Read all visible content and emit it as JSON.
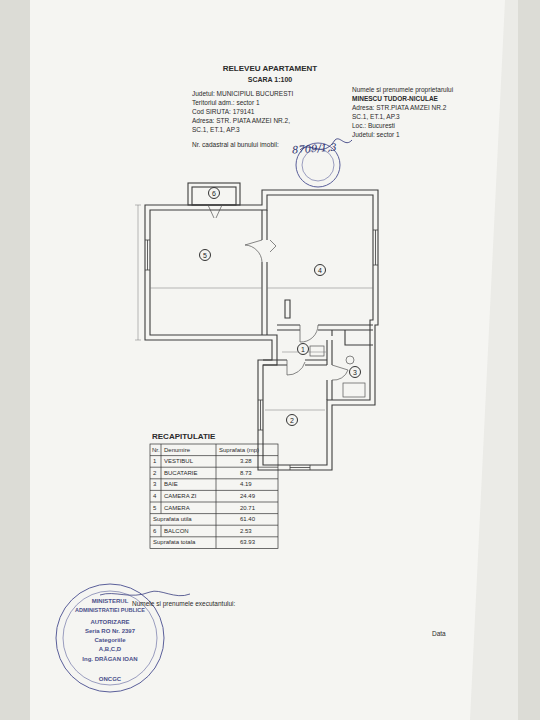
{
  "diagram": {
    "title": "RELEVEU APARTAMENT",
    "nodes": [
      {
        "text": [
          "6"
        ]
      },
      {
        "text": [
          "5"
        ]
      },
      {
        "text": [
          "4"
        ]
      },
      {
        "text": [
          "1"
        ]
      },
      {
        "text": [
          "3"
        ]
      },
      {
        "text": [
          "2"
        ]
      }
    ],
    "labels": [
      "SCARA 1:100",
      "Judetul: MUNICIPIUL BUCURESTI",
      "Teritoriul adm.: sector 1",
      "Cod SIRUTA: 179141",
      "Adresa: STR. PIATA AMZEI NR.2,",
      "SC.1, ET.1, AP.3",
      "Numele si prenumele proprietarului",
      "MINESCU TUDOR-NICULAE",
      "Adresa: STR.PIATA AMZEI NR.2",
      "SC.1, ET.1, AP.3",
      "Loc.: Bucuresti",
      "Judetul: sector 1",
      "Nr. cadastral al bunului imobil:",
      "8709/1,3",
      "RECAPITULATIE",
      "Nr.",
      "Denumire",
      "Suprafata (mp)",
      "1",
      "VESTIBUL",
      "3.28",
      "2",
      "BUCATARIE",
      "8.73",
      "3",
      "BAIE",
      "4.19",
      "4",
      "CAMERA ZI",
      "24.49",
      "5",
      "CAMERA",
      "20.71",
      "Suprafata utila",
      "61.40",
      "6",
      "BALCON",
      "2.53",
      "Suprafata totala",
      "63.93",
      "Numele si prenumele executantului:",
      "Data",
      "MINISTERUL",
      "ADMINISTRATIEI PUBLICE",
      "AUTORIZARE",
      "Seria RO Nr. 2397",
      "Categoriile",
      "A,B,C,D",
      "Ing. DRĂGAN IOAN",
      "ONCGC"
    ]
  }
}
